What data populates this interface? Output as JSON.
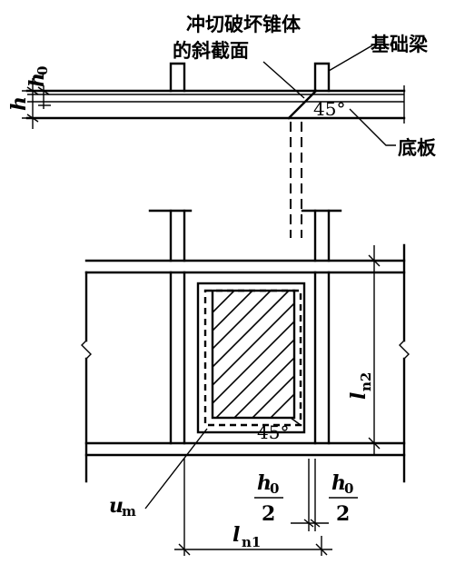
{
  "labels": {
    "cone_section_line1": "冲切破坏锥体",
    "cone_section_line2": "的斜截面",
    "foundation_beam": "基础梁",
    "bottom_slab": "底板",
    "angle_top": "45°",
    "angle_plan": "45°"
  },
  "symbols": {
    "h": "h",
    "h0_main": "h",
    "h0_sub": "0",
    "um_main": "u",
    "um_sub": "m",
    "ln1_main": "l",
    "ln1_sub": "n1",
    "ln2_main": "l",
    "ln2_sub": "n2",
    "frac_left_num_main": "h",
    "frac_left_num_sub": "0",
    "frac_left_den": "2",
    "frac_right_num_main": "h",
    "frac_right_num_sub": "0",
    "frac_right_den": "2"
  }
}
